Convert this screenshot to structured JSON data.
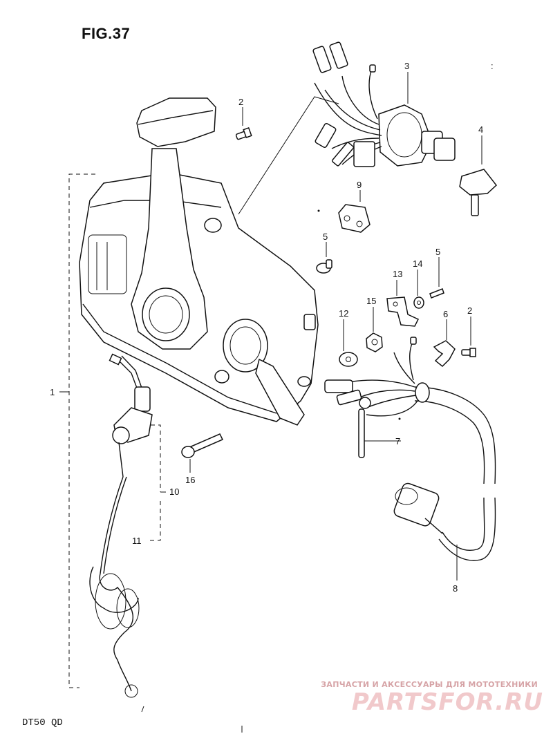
{
  "figure": {
    "title": "FIG.37",
    "model": "DT50 QD"
  },
  "watermark": {
    "tagline": "ЗАПЧАСТИ И АКСЕССУАРЫ ДЛЯ МОТОТЕХНИКИ",
    "logo": "PARTSFOR.RU"
  },
  "callouts": {
    "p1": "1",
    "p2a": "2",
    "p2b": "2",
    "p3": "3",
    "p4": "4",
    "p5a": "5",
    "p5b": "5",
    "p6": "6",
    "p7": "7",
    "p8": "8",
    "p9": "9",
    "p10": "10",
    "p11": "11",
    "p12": "12",
    "p13": "13",
    "p14": "14",
    "p15": "15",
    "p16": "16"
  }
}
